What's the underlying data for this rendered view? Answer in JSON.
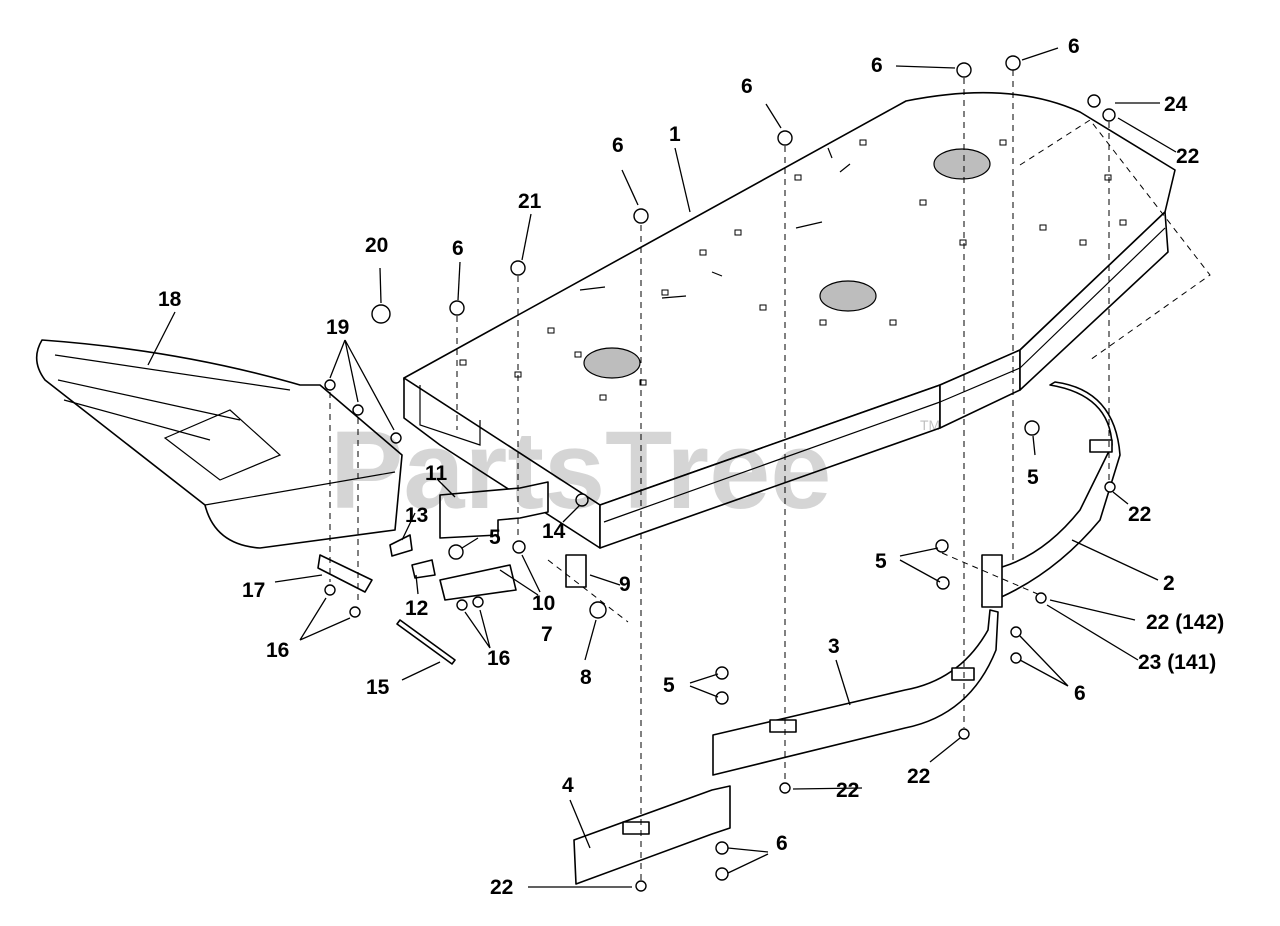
{
  "watermark": {
    "text": "PartsTree",
    "mark": "TM"
  },
  "callouts": [
    {
      "id": "c-1",
      "label": "1"
    },
    {
      "id": "c-2",
      "label": "2"
    },
    {
      "id": "c-3",
      "label": "3"
    },
    {
      "id": "c-4",
      "label": "4"
    },
    {
      "id": "c-5a",
      "label": "5"
    },
    {
      "id": "c-5b",
      "label": "5"
    },
    {
      "id": "c-5c",
      "label": "5"
    },
    {
      "id": "c-5d",
      "label": "5"
    },
    {
      "id": "c-6a",
      "label": "6"
    },
    {
      "id": "c-6b",
      "label": "6"
    },
    {
      "id": "c-6c",
      "label": "6"
    },
    {
      "id": "c-6d",
      "label": "6"
    },
    {
      "id": "c-6e",
      "label": "6"
    },
    {
      "id": "c-6f",
      "label": "6"
    },
    {
      "id": "c-6g",
      "label": "6"
    },
    {
      "id": "c-7",
      "label": "7"
    },
    {
      "id": "c-8",
      "label": "8"
    },
    {
      "id": "c-9",
      "label": "9"
    },
    {
      "id": "c-10",
      "label": "10"
    },
    {
      "id": "c-11",
      "label": "11"
    },
    {
      "id": "c-12",
      "label": "12"
    },
    {
      "id": "c-13",
      "label": "13"
    },
    {
      "id": "c-14",
      "label": "14"
    },
    {
      "id": "c-15",
      "label": "15"
    },
    {
      "id": "c-16a",
      "label": "16"
    },
    {
      "id": "c-16b",
      "label": "16"
    },
    {
      "id": "c-17",
      "label": "17"
    },
    {
      "id": "c-18",
      "label": "18"
    },
    {
      "id": "c-19",
      "label": "19"
    },
    {
      "id": "c-20",
      "label": "20"
    },
    {
      "id": "c-21",
      "label": "21"
    },
    {
      "id": "c-22a",
      "label": "22"
    },
    {
      "id": "c-22b",
      "label": "22"
    },
    {
      "id": "c-22c",
      "label": "22"
    },
    {
      "id": "c-22d",
      "label": "22"
    },
    {
      "id": "c-22e",
      "label": "22"
    },
    {
      "id": "c-22f",
      "label": "22"
    },
    {
      "id": "c-22-142",
      "label": "22 (142)"
    },
    {
      "id": "c-23-141",
      "label": "23 (141)"
    },
    {
      "id": "c-24",
      "label": "24"
    }
  ]
}
